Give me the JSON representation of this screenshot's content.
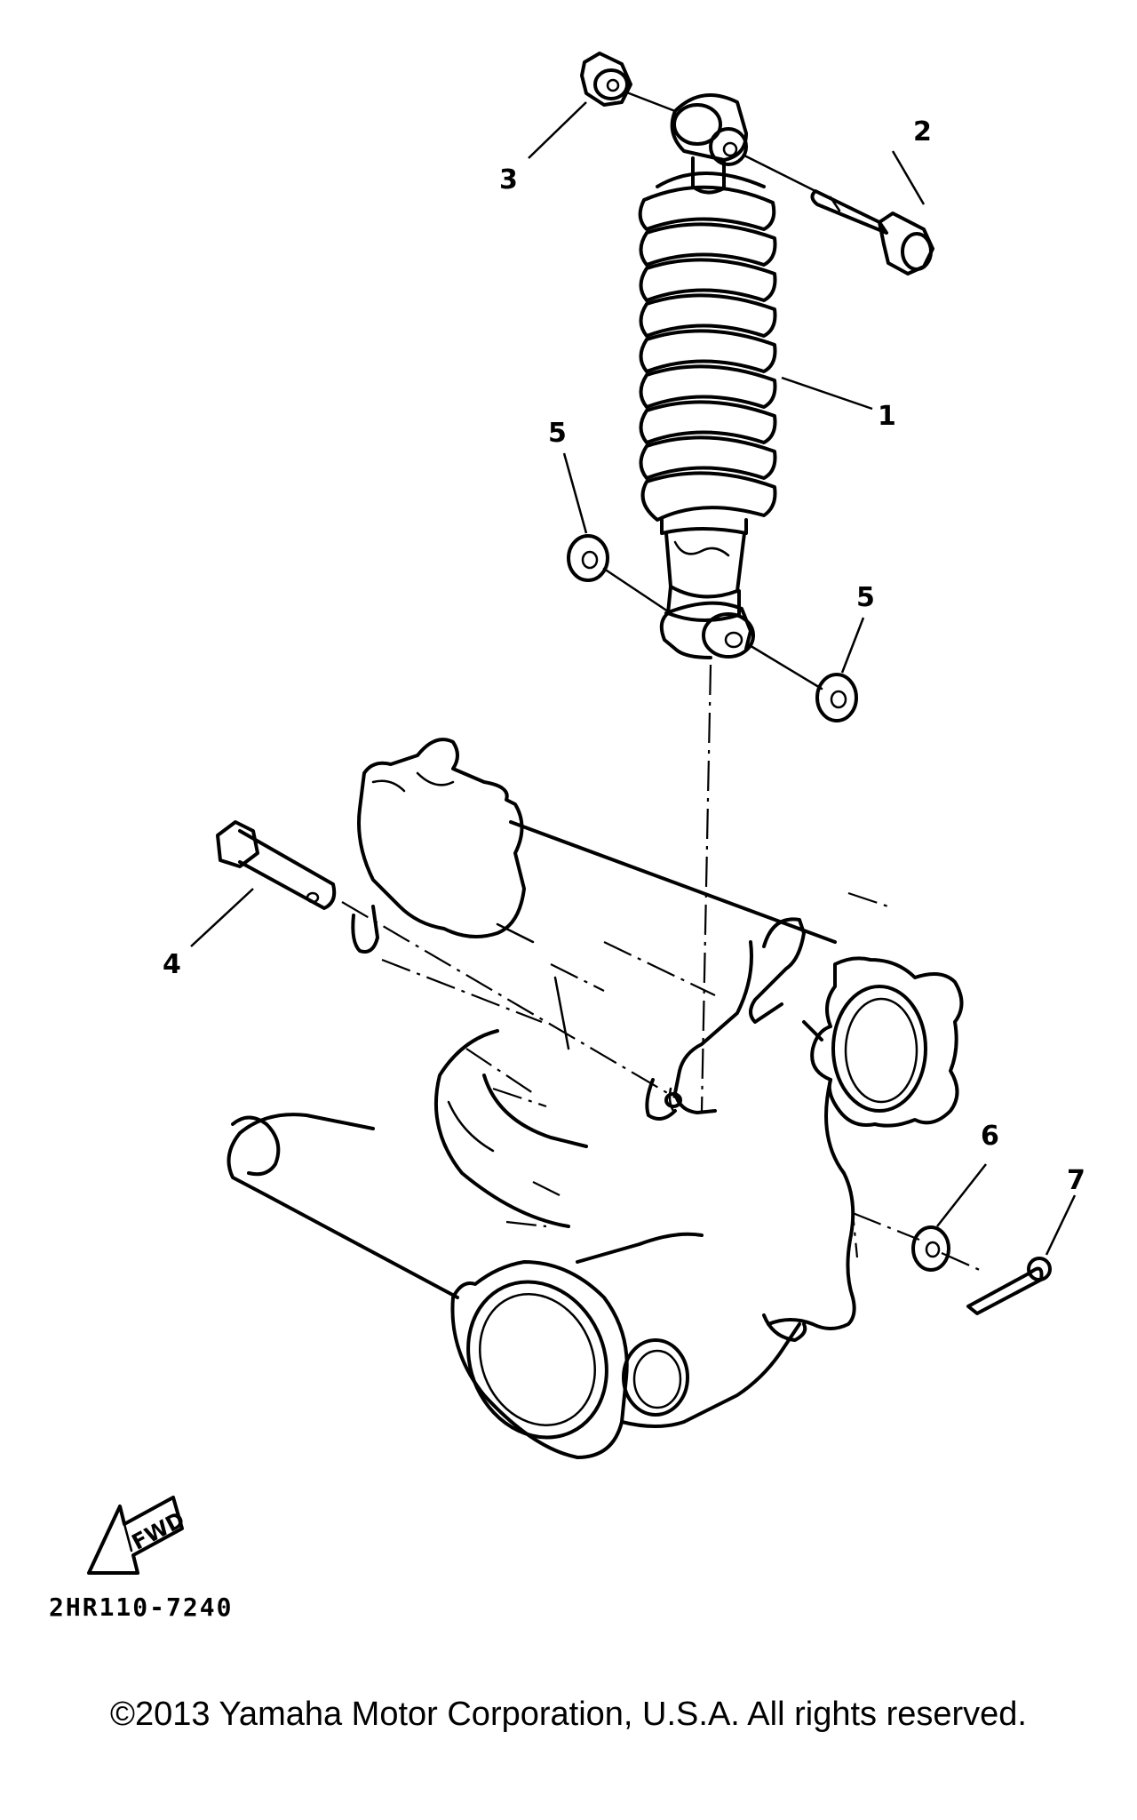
{
  "callouts": {
    "c1": "1",
    "c2": "2",
    "c3": "3",
    "c4": "4",
    "c5a": "5",
    "c5b": "5",
    "c6": "6",
    "c7": "7"
  },
  "fwd_label": "FWD",
  "diagram_code": "2HR110-7240",
  "copyright": "©2013 Yamaha Motor Corporation, U.S.A. All rights reserved."
}
